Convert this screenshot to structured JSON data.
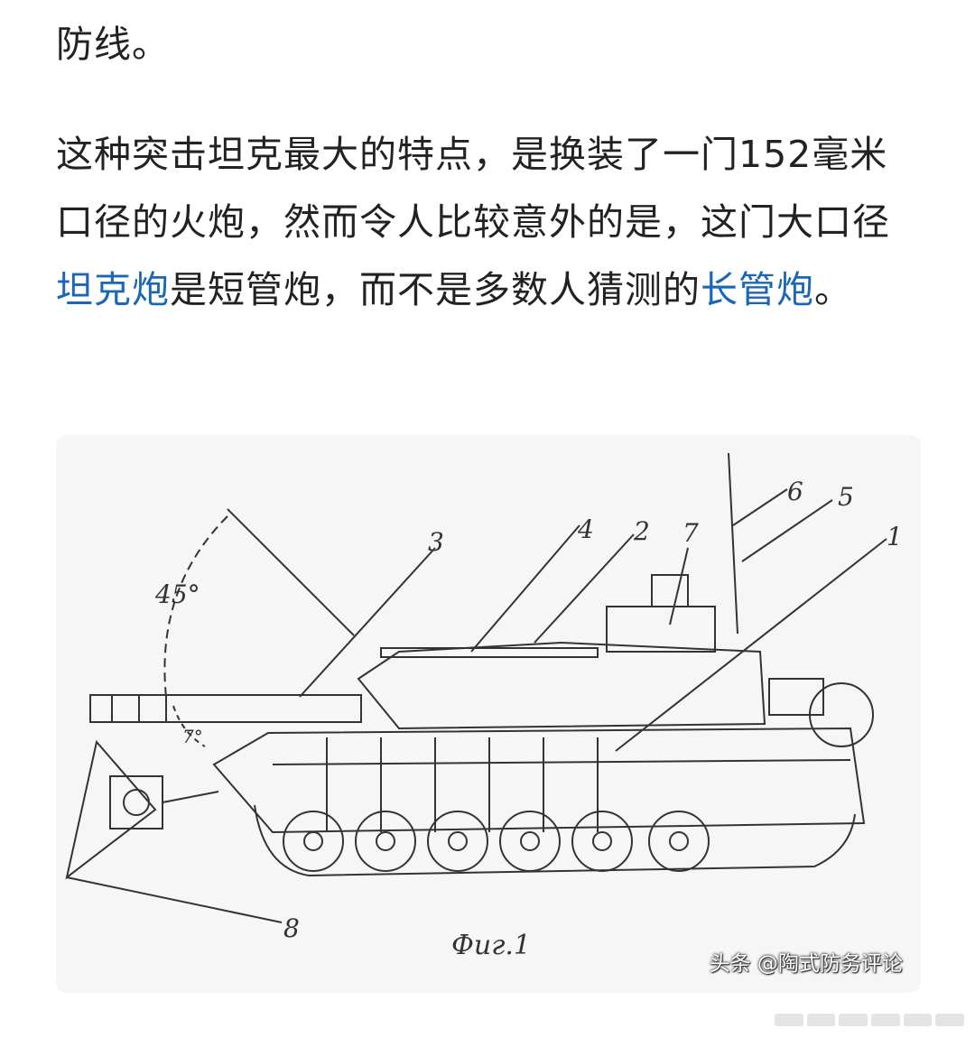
{
  "article": {
    "para1": "防线。",
    "para2": {
      "part1": "这种突击坦克最大的特点，是换装了一门152毫米口径的火炮，然而令人比较意外的是，这门大口径",
      "link1": "坦克炮",
      "part2": "是短管炮，而不是多数人猜测的",
      "link2": "长管炮",
      "part3": "。"
    }
  },
  "figure": {
    "angle_label": "45°",
    "small_angle_label": "7°",
    "callouts": [
      "1",
      "2",
      "3",
      "4",
      "5",
      "6",
      "7",
      "8"
    ],
    "caption": "Фиг.1",
    "watermark": "头条 @陶式防务评论"
  },
  "colors": {
    "text": "#222222",
    "link": "#1a67b8",
    "figure_bg": "#f6f6f6"
  }
}
